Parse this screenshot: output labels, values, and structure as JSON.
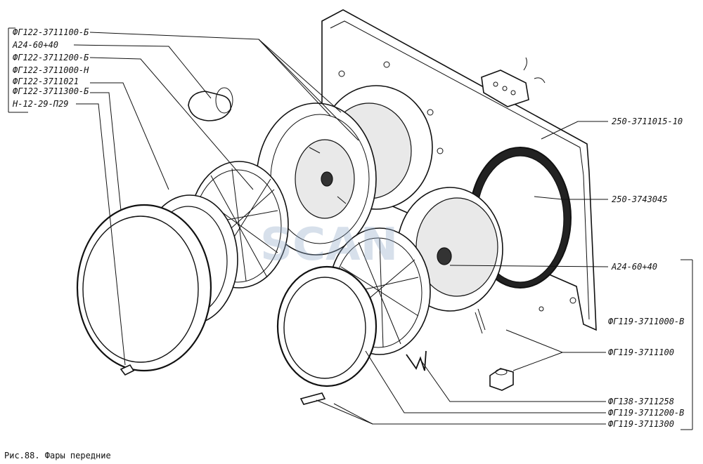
{
  "caption": "Рис.88. Фары передние",
  "watermark": "SCAN",
  "labels_left": [
    "ФГ122-3711100-Б",
    "А24-60+40",
    "ФГ122-3711200-Б",
    "ФГ122-3711000-Н",
    "ФГ122-3711021",
    "ФГ122-3711300-Б",
    "Н-12-29-П29"
  ],
  "labels_right": [
    "250-3711015-10",
    "250-3743045",
    "А24-60+40",
    "ФГ119-3711000-В",
    "ФГ119-3711100",
    "ФГ138-3711258",
    "ФГ119-3711200-В",
    "ФГ119-3711300"
  ]
}
